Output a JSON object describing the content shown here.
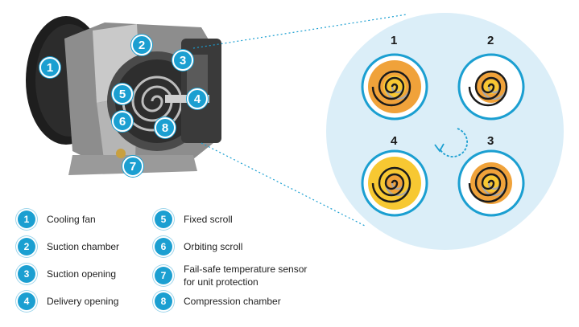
{
  "diagram": {
    "compressor_markers": [
      "1",
      "2",
      "3",
      "4",
      "5",
      "6",
      "7",
      "8"
    ],
    "stage_labels": [
      "1",
      "2",
      "3",
      "4"
    ]
  },
  "legend": [
    {
      "num": "1",
      "text": "Cooling fan"
    },
    {
      "num": "2",
      "text": "Suction chamber"
    },
    {
      "num": "3",
      "text": "Suction opening"
    },
    {
      "num": "4",
      "text": "Delivery opening"
    },
    {
      "num": "5",
      "text": "Fixed scroll"
    },
    {
      "num": "6",
      "text": "Orbiting scroll"
    },
    {
      "num": "7",
      "text": "Fail-safe temperature sensor for unit protection"
    },
    {
      "num": "8",
      "text": "Compression chamber"
    }
  ],
  "colors": {
    "accent": "#1b9fd1",
    "detail_circle": "#dbeef8",
    "scroll_orange": "#f0a23a",
    "scroll_yellow": "#f7c832"
  }
}
